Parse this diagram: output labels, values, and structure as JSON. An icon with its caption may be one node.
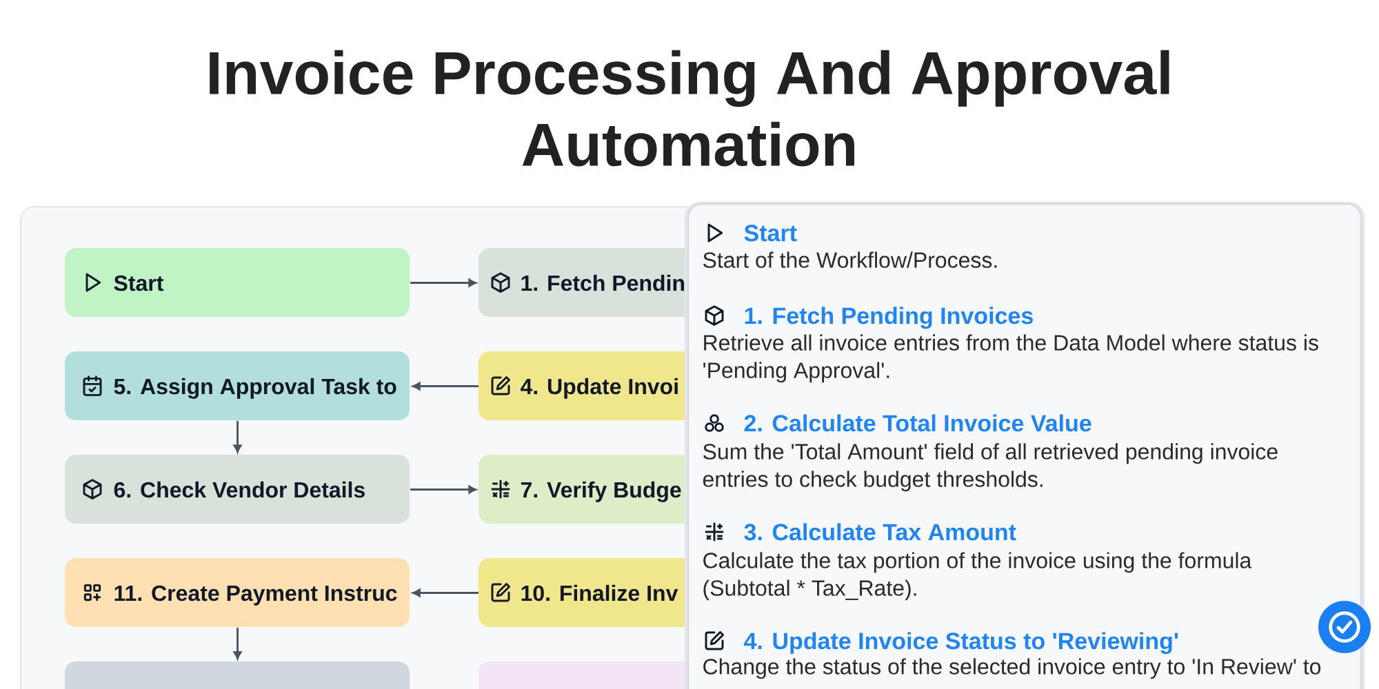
{
  "diagram": {
    "title": "Invoice Processing And Approval Automation",
    "nodes": [
      {
        "text": [
          "Start"
        ]
      },
      {
        "text": [
          "1. Fetch Pendin"
        ]
      },
      {
        "text": [
          "5. Assign Approval Task to"
        ]
      },
      {
        "text": [
          "4. Update Invoi"
        ]
      },
      {
        "text": [
          "6. Check Vendor Details"
        ]
      },
      {
        "text": [
          "7. Verify Budge"
        ]
      },
      {
        "text": [
          "11. Create Payment Instruc"
        ]
      },
      {
        "text": [
          "10. Finalize Inv"
        ]
      },
      {
        "text": [],
        "shape": "box"
      },
      {
        "text": [],
        "shape": "box"
      },
      {
        "text": [
          "Start",
          "Start of the Workflow/Process.",
          "1. Fetch Pending Invoices",
          "Retrieve all invoice entries from the Data Model where status is 'Pending Approval'.",
          "2. Calculate Total Invoice Value",
          "Sum the 'Total Amount' field of all retrieved pending invoice entries to check budget thresholds.",
          "3. Calculate Tax Amount",
          "Calculate the tax portion of the invoice using the formula (Subtotal * Tax_Rate).",
          "4. Update Invoice Status to 'Reviewing'",
          "Change the status of the selected invoice entry to 'In Review' to"
        ]
      }
    ],
    "edges": [
      {
        "from": 0,
        "to": 1,
        "arrow": "to"
      },
      {
        "from": 3,
        "to": 2,
        "arrow": "to"
      },
      {
        "from": 2,
        "to": 4,
        "arrow": "to"
      },
      {
        "from": 4,
        "to": 5,
        "arrow": "to"
      },
      {
        "from": 7,
        "to": 6,
        "arrow": "to"
      },
      {
        "from": 6,
        "to": 8,
        "arrow": "to"
      }
    ]
  }
}
